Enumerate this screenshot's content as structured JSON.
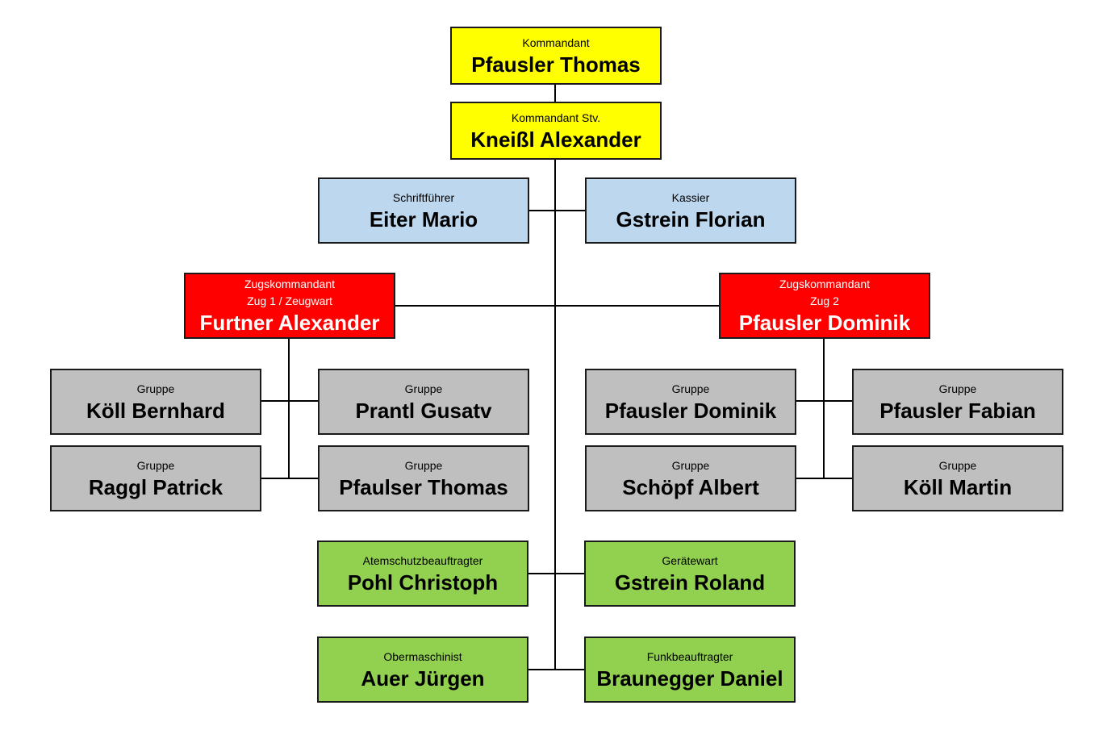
{
  "colors": {
    "command": "#ffff00",
    "admin": "#bdd7ee",
    "platoon": "#ff0000",
    "group": "#bfbfbf",
    "special": "#92d050",
    "line": "#000000"
  },
  "command": {
    "kommandant": {
      "role": "Kommandant",
      "name": "Pfausler Thomas"
    },
    "stellvertreter": {
      "role": "Kommandant Stv.",
      "name": "Kneißl Alexander"
    }
  },
  "admin": {
    "schriftfuehrer": {
      "role": "Schriftführer",
      "name": "Eiter Mario"
    },
    "kassier": {
      "role": "Kassier",
      "name": "Gstrein Florian"
    }
  },
  "zug1": {
    "leader": {
      "role": "Zugskommandant\nZug 1 / Zeugwart",
      "name": "Furtner Alexander"
    },
    "groups": [
      {
        "role": "Gruppe",
        "name": "Köll Bernhard"
      },
      {
        "role": "Gruppe",
        "name": "Prantl Gusatv"
      },
      {
        "role": "Gruppe",
        "name": "Raggl Patrick"
      },
      {
        "role": "Gruppe",
        "name": "Pfaulser Thomas"
      }
    ]
  },
  "zug2": {
    "leader": {
      "role": "Zugskommandant\nZug 2",
      "name": "Pfausler Dominik"
    },
    "groups": [
      {
        "role": "Gruppe",
        "name": "Pfausler Dominik"
      },
      {
        "role": "Gruppe",
        "name": "Pfausler Fabian"
      },
      {
        "role": "Gruppe",
        "name": "Schöpf Albert"
      },
      {
        "role": "Gruppe",
        "name": "Köll Martin"
      }
    ]
  },
  "special": {
    "atemschutz": {
      "role": "Atemschutzbeauftragter",
      "name": "Pohl Christoph"
    },
    "geraetewart": {
      "role": "Gerätewart",
      "name": "Gstrein Roland"
    },
    "obermaschinist": {
      "role": "Obermaschinist",
      "name": "Auer Jürgen"
    },
    "funk": {
      "role": "Funkbeauftragter",
      "name": "Braunegger Daniel"
    }
  }
}
